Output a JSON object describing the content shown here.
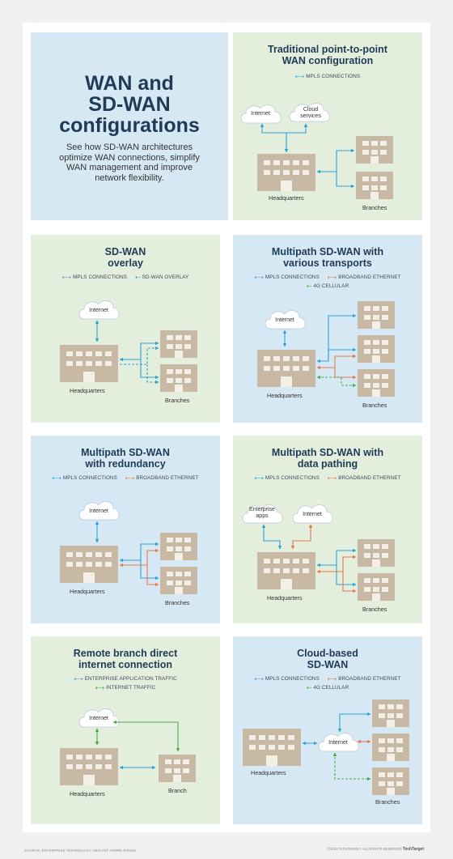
{
  "hero": {
    "title_line1": "WAN and",
    "title_line2": "SD-WAN",
    "title_line3": "configurations",
    "subtitle": "See how SD-WAN architectures optimize WAN connections, simplify WAN management and improve network flexibility."
  },
  "legend_labels": {
    "mpls": "MPLS CONNECTIONS",
    "overlay": "SD-WAN OVERLAY",
    "broadband": "BROADBAND ETHERNET",
    "cellular": "4G CELLULAR",
    "enterprise_traffic": "ENTERPRISE APPLICATION TRAFFIC",
    "internet_traffic": "INTERNET TRAFFIC"
  },
  "labels": {
    "internet": "Internet",
    "cloud_services": "Cloud services",
    "enterprise_apps": "Enterprise apps",
    "headquarters": "Headquarters",
    "branches": "Branches",
    "branch": "Branch"
  },
  "panels": {
    "p1": {
      "title_line1": "Traditional point-to-point",
      "title_line2": "WAN configuration"
    },
    "p2": {
      "title_line1": "SD-WAN",
      "title_line2": "overlay"
    },
    "p3": {
      "title_line1": "Multipath SD-WAN with",
      "title_line2": "various transports"
    },
    "p4": {
      "title_line1": "Multipath SD-WAN",
      "title_line2": "with redundancy"
    },
    "p5": {
      "title_line1": "Multipath SD-WAN with",
      "title_line2": "data pathing"
    },
    "p6": {
      "title_line1": "Remote branch direct",
      "title_line2": "internet connection"
    },
    "p7": {
      "title_line1": "Cloud-based",
      "title_line2": "SD-WAN"
    }
  },
  "footer": {
    "source": "SOURCE: ENTERPRISE TECHNOLOGY ANALYST ANDRE ROSSO",
    "copyright": "©2021 TECHTARGET. ALL RIGHTS RESERVED",
    "brand": "TechTarget"
  },
  "colors": {
    "mpls": "#2ea2d6",
    "broadband": "#e57a4e",
    "cellular": "#45ad4b",
    "building": "#c8b9a4",
    "green_panel": "#e4eedc",
    "blue_panel": "#d6e8f4",
    "title": "#1f3b57"
  }
}
